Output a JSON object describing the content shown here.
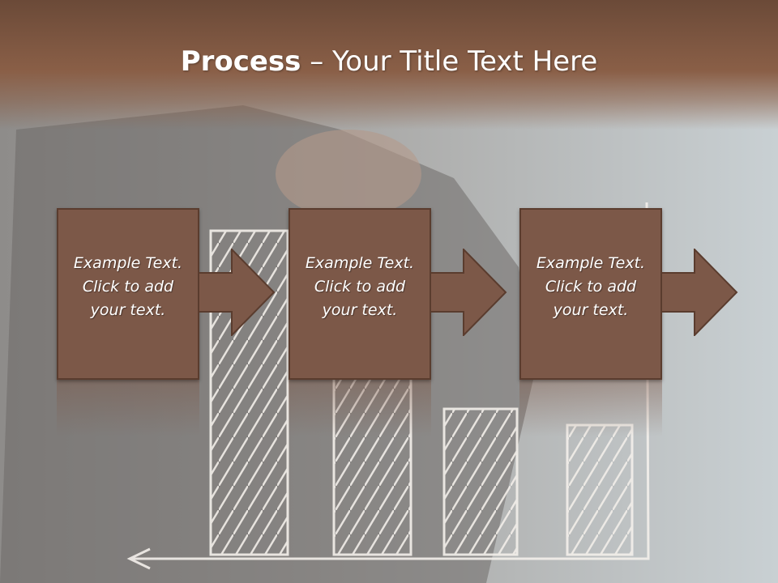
{
  "title": {
    "bold": "Process",
    "rest": " – Your Title Text Here"
  },
  "steps": [
    {
      "text": "Example Text. Click  to add your text."
    },
    {
      "text": "Example Text. Click  to add your text."
    },
    {
      "text": "Example Text. Click  to add your text."
    }
  ],
  "colors": {
    "box_fill": "#7c5848",
    "box_border": "#5a3c2e",
    "title_band": "#8a5f47"
  }
}
